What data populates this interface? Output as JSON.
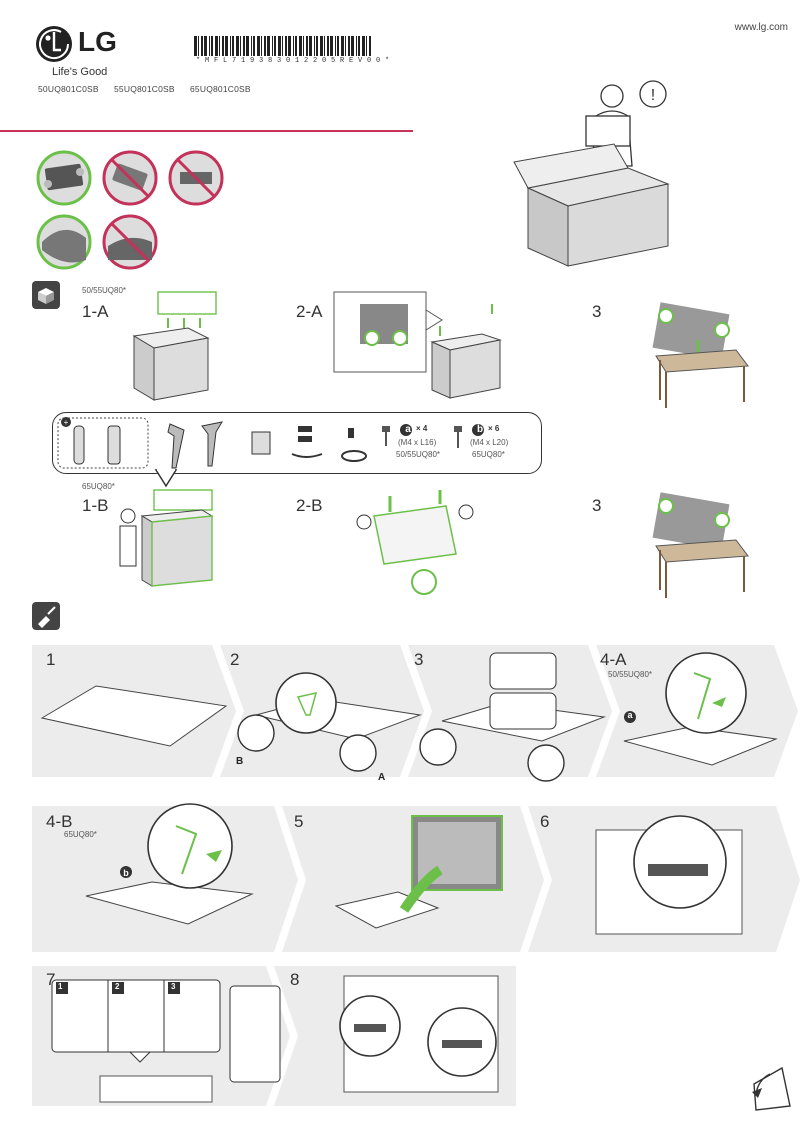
{
  "header": {
    "brand": "LG",
    "tagline": "Life's Good",
    "website": "www.lg.com",
    "barcode_text": "* M F L 7 1 9 3 8 3 0 1 2 2 0 5 R E V 0 0 *",
    "models": [
      "50UQ801C0SB",
      "55UQ801C0SB",
      "65UQ801C0SB"
    ]
  },
  "unpack": {
    "label_5055": "50/55UQ80*",
    "label_65": "65UQ80*",
    "step_1a": "1-A",
    "step_2a": "2-A",
    "step_3a": "3",
    "step_1b": "1-B",
    "step_2b": "2-B",
    "step_3b": "3"
  },
  "parts": {
    "screw_a_mark": "a",
    "screw_a_count": "× 4",
    "screw_a_size": "(M4 x L16)",
    "screw_a_model": "50/55UQ80*",
    "screw_b_mark": "b",
    "screw_b_count": "× 6",
    "screw_b_size": "(M4 x L20)",
    "screw_b_model": "65UQ80*"
  },
  "assembly": {
    "s1": "1",
    "s2": "2",
    "s2_label_b": "B",
    "s2_label_a": "A",
    "s3": "3",
    "s4a": "4-A",
    "s4a_model": "50/55UQ80*",
    "s4a_mark": "a",
    "s4b": "4-B",
    "s4b_model": "65UQ80*",
    "s4b_mark": "b",
    "s5": "5",
    "s6": "6",
    "s7": "7",
    "s7_sub": [
      "1",
      "2",
      "3"
    ],
    "s8": "8"
  },
  "colors": {
    "accent_green": "#6cc04a",
    "brand_magenta": "#c8315a",
    "prohibit_red": "#c4325a"
  }
}
